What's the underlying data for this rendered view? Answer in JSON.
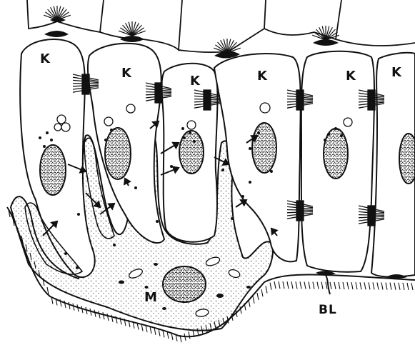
{
  "labels": {
    "k": "K",
    "m": "M",
    "bl": "BL"
  },
  "colors": {
    "ink": "#111111",
    "paper": "#ffffff",
    "stipple": "#333333"
  }
}
